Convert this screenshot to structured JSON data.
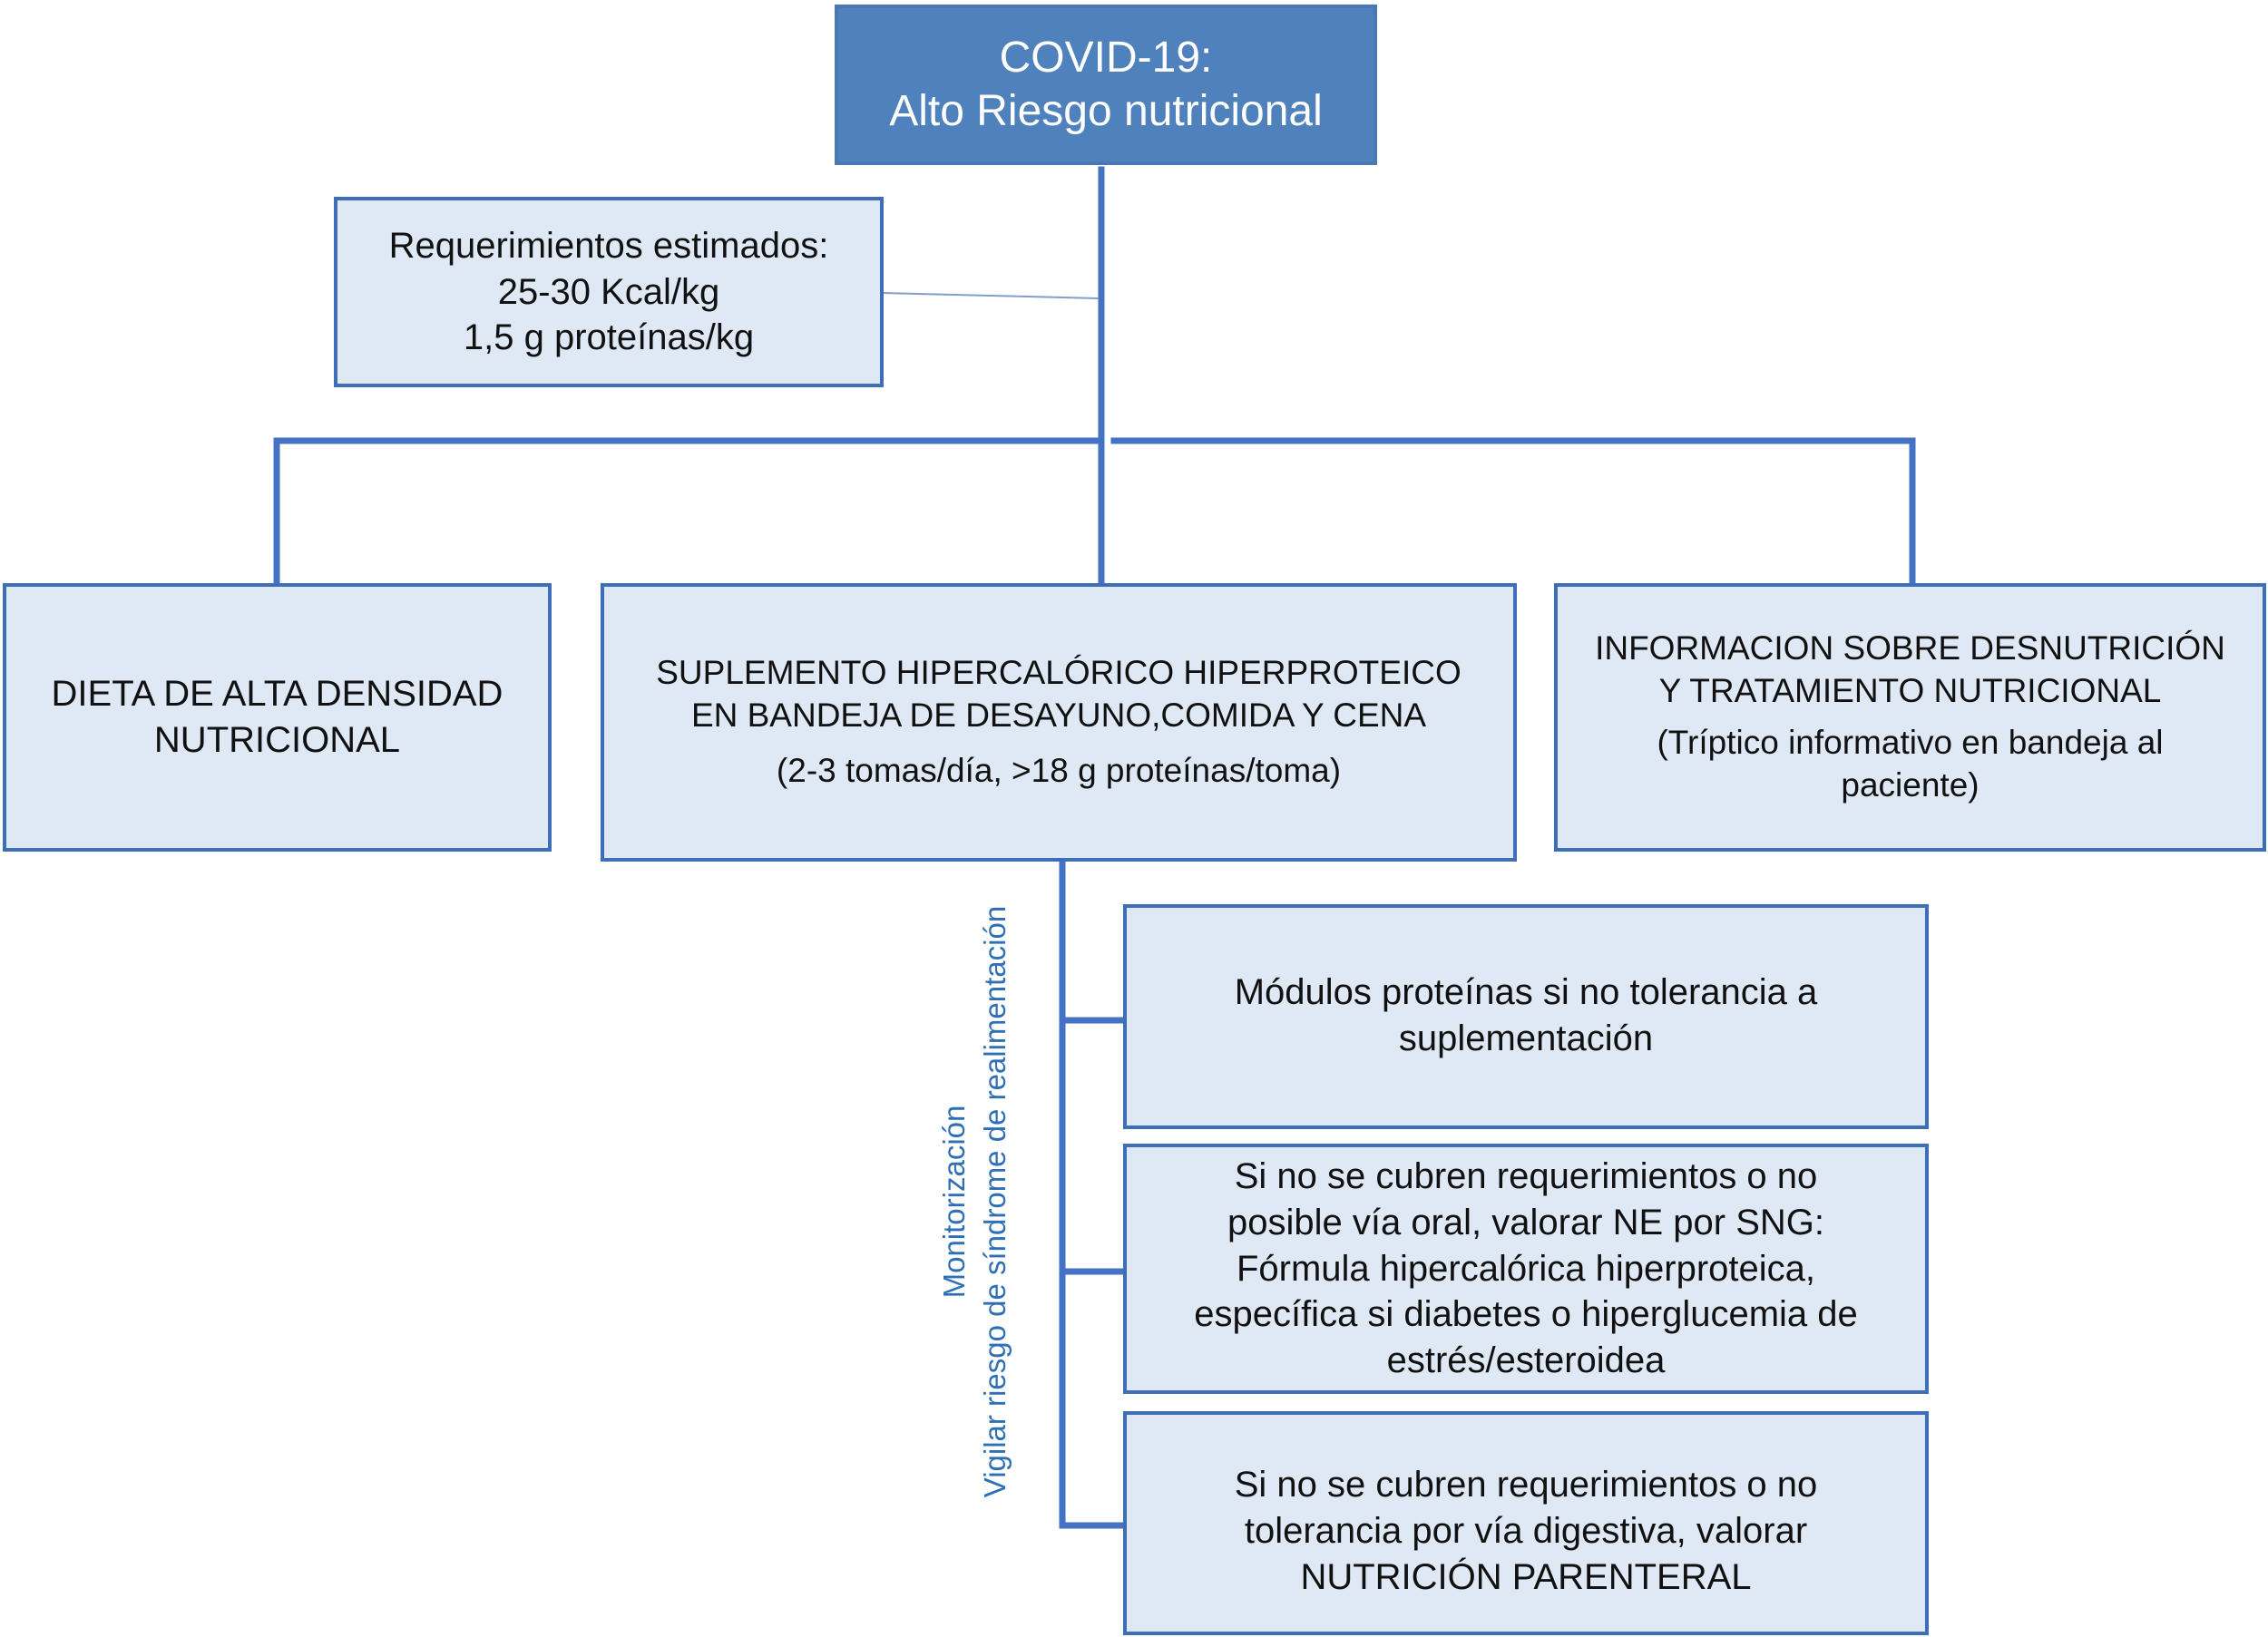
{
  "top": {
    "line1": "COVID-19:",
    "line2": "Alto Riesgo nutricional"
  },
  "requirements": {
    "line1": "Requerimientos estimados:",
    "line2": "25-30 Kcal/kg",
    "line3": "1,5 g proteínas/kg"
  },
  "diet": {
    "line1": "DIETA DE ALTA DENSIDAD",
    "line2": "NUTRICIONAL"
  },
  "supplement": {
    "line1": "SUPLEMENTO HIPERCALÓRICO HIPERPROTEICO",
    "line2": "EN BANDEJA DE DESAYUNO,COMIDA Y CENA",
    "line3": "(2-3 tomas/día, >18 g proteínas/toma)"
  },
  "info": {
    "line1": "INFORMACION SOBRE DESNUTRICIÓN",
    "line2": "Y TRATAMIENTO NUTRICIONAL",
    "line3": "(Tríptico informativo en bandeja al",
    "line4": "paciente)"
  },
  "modules": {
    "line1": "Módulos proteínas si no tolerancia a",
    "line2": "suplementación"
  },
  "enteral": {
    "line1": "Si no se cubren requerimientos o no",
    "line2": "posible vía oral, valorar NE por SNG:",
    "line3": "Fórmula hipercalórica hiperproteica,",
    "line4": "específica si diabetes o hiperglucemia de",
    "line5": "estrés/esteroidea"
  },
  "parenteral": {
    "line1": "Si no se cubren requerimientos o no",
    "line2": "tolerancia por vía digestiva, valorar",
    "line3": "NUTRICIÓN PARENTERAL"
  },
  "side_label": {
    "line1": "Monitorización",
    "line2": "Vigilar riesgo de síndrome de realimentación"
  },
  "colors": {
    "box_fill": "#dfe9f5",
    "box_border": "#3e6fb6",
    "top_fill": "#4f81bd",
    "label_text": "#2f6fb5"
  }
}
